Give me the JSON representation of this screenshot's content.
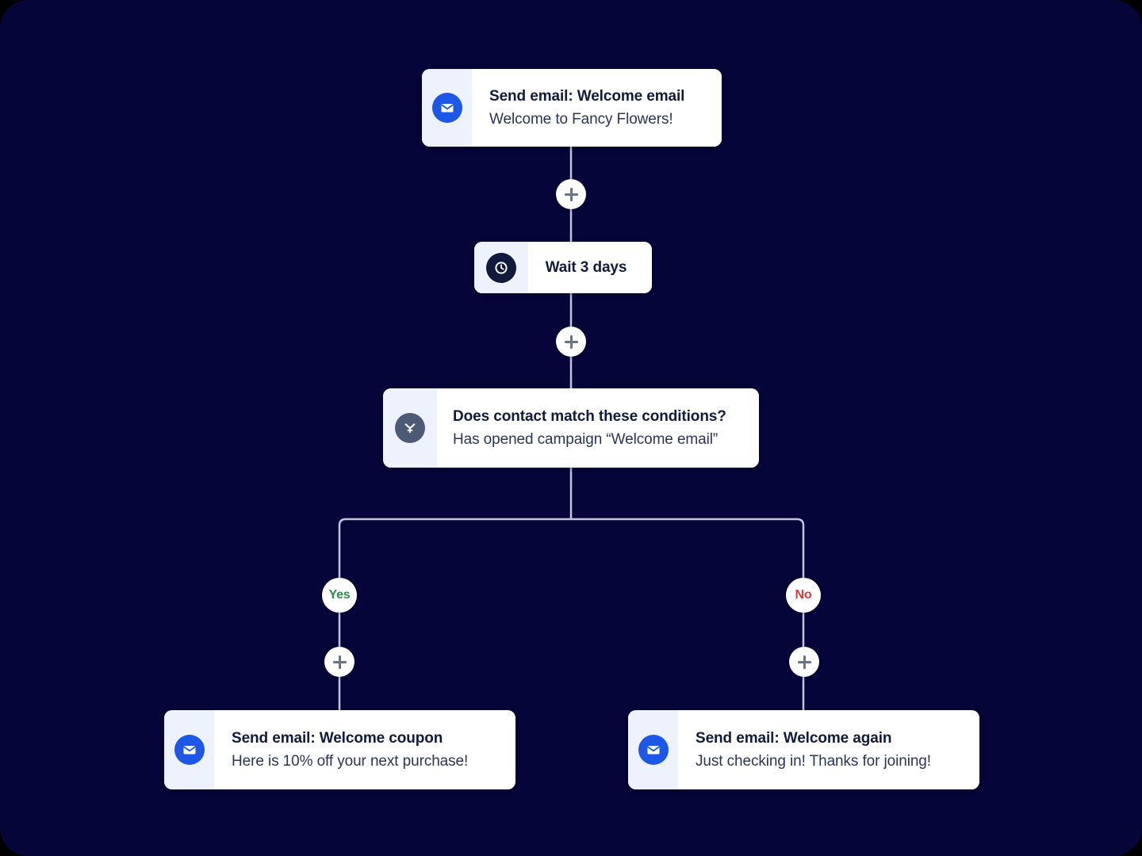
{
  "canvas": {
    "background": "#050539",
    "connector_color": "#c3c5dc"
  },
  "flow": {
    "nodes": [
      {
        "id": "welcome-email",
        "type": "send-email",
        "icon": "mail-icon",
        "icon_color": "#1d57e8",
        "title": "Send email: Welcome email",
        "subtitle": "Welcome to Fancy Flowers!"
      },
      {
        "id": "wait",
        "type": "wait",
        "icon": "clock-icon",
        "icon_color": "#111a3c",
        "title": "Wait 3 days",
        "subtitle": ""
      },
      {
        "id": "condition",
        "type": "condition",
        "icon": "branch-icon",
        "icon_color": "#4d5a75",
        "title": "Does contact match these conditions?",
        "subtitle": "Has opened campaign “Welcome email”"
      },
      {
        "id": "welcome-coupon",
        "type": "send-email",
        "icon": "mail-icon",
        "icon_color": "#1d57e8",
        "title": "Send email: Welcome coupon",
        "subtitle": "Here is 10% off your next purchase!"
      },
      {
        "id": "welcome-again",
        "type": "send-email",
        "icon": "mail-icon",
        "icon_color": "#1d57e8",
        "title": "Send email: Welcome again",
        "subtitle": "Just checking in! Thanks for joining!"
      }
    ],
    "branches": [
      {
        "id": "yes",
        "label": "Yes",
        "color": "#2e8b4f"
      },
      {
        "id": "no",
        "label": "No",
        "color": "#e0383d"
      }
    ],
    "add_buttons": [
      {
        "id": "add-after-welcome-email",
        "label": "+"
      },
      {
        "id": "add-after-wait",
        "label": "+"
      },
      {
        "id": "add-yes-branch",
        "label": "+"
      },
      {
        "id": "add-no-branch",
        "label": "+"
      }
    ]
  }
}
